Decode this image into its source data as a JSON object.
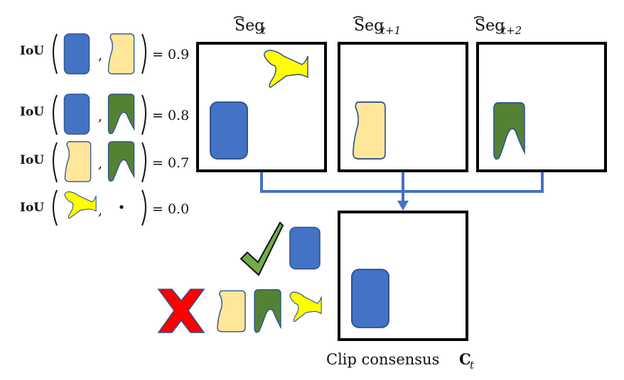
{
  "colors": {
    "blue_fill": "#4472C4",
    "blue_stroke": "#2F528F",
    "cream_fill": "#FFE699",
    "green_fill": "#548235",
    "yellow_fill": "#FFFF00",
    "arrow": "#4472C4",
    "check_fill": "#70AD47",
    "cross_fill": "#FF0000",
    "frame": "#000000"
  },
  "iou_rows": [
    {
      "label": "IoU",
      "shape_a": "blue-rect",
      "shape_b": "cream-wavy",
      "comma": ",",
      "equals": "= 0.9"
    },
    {
      "label": "IoU",
      "shape_a": "blue-rect",
      "shape_b": "green-notched",
      "comma": ",",
      "equals": "= 0.8"
    },
    {
      "label": "IoU",
      "shape_a": "cream-wavy",
      "shape_b": "green-notched",
      "comma": ",",
      "equals": "= 0.7"
    },
    {
      "label": "IoU",
      "shape_a": "yellow-plane",
      "shape_b": "dot",
      "comma": ",",
      "equals": "= 0.0"
    }
  ],
  "frames": [
    {
      "title": "Seg",
      "subscript": "t",
      "hat": true,
      "shapes": [
        "yellow-plane",
        "blue-rect"
      ]
    },
    {
      "title": "Seg",
      "subscript": "t+1",
      "hat": true,
      "shapes": [
        "cream-wavy"
      ]
    },
    {
      "title": "Seg",
      "subscript": "t+2",
      "hat": true,
      "shapes": [
        "green-notched"
      ]
    }
  ],
  "consensus": {
    "caption": "Clip consensus",
    "symbol": "C",
    "subscript": "t",
    "shapes": [
      "blue-rect"
    ]
  },
  "accepted": {
    "icon": "check-icon",
    "shapes": [
      "blue-rect"
    ]
  },
  "rejected": {
    "icon": "cross-icon",
    "shapes": [
      "cream-wavy",
      "green-notched",
      "yellow-plane"
    ]
  }
}
